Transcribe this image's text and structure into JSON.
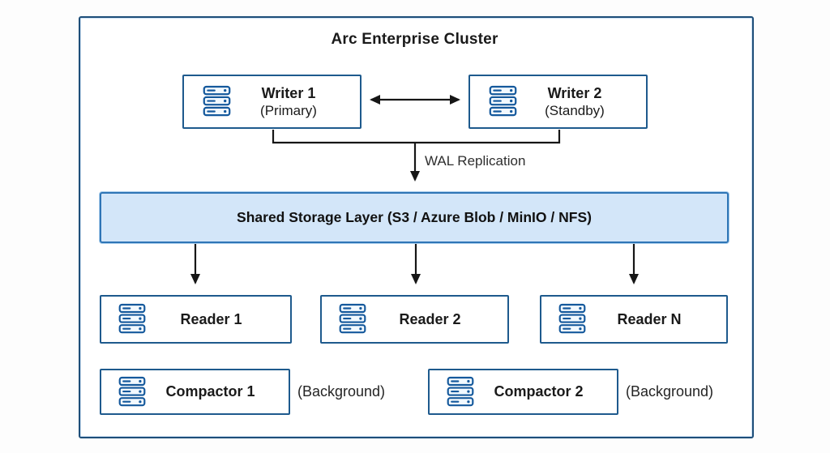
{
  "diagram": {
    "title": "Arc Enterprise Cluster",
    "writers": [
      {
        "label": "Writer 1",
        "sublabel": "(Primary)"
      },
      {
        "label": "Writer 2",
        "sublabel": "(Standby)"
      }
    ],
    "replication_label": "WAL Replication",
    "storage": {
      "label": "Shared Storage Layer (S3 / Azure Blob / MinIO / NFS)"
    },
    "readers": [
      {
        "label": "Reader 1"
      },
      {
        "label": "Reader 2"
      },
      {
        "label": "Reader N"
      }
    ],
    "compactors": [
      {
        "label": "Compactor 1",
        "note": "(Background)"
      },
      {
        "label": "Compactor 2",
        "note": "(Background)"
      }
    ],
    "icons": {
      "node_icon": "server-stack-icon"
    },
    "colors": {
      "frame_border": "#1e4e79",
      "node_border": "#1e5a8d",
      "storage_fill": "#d3e6f9",
      "storage_border": "#2e75b6",
      "icon_color": "#15599c",
      "arrow_color": "#161616",
      "text_color": "#1a1a1a"
    }
  }
}
